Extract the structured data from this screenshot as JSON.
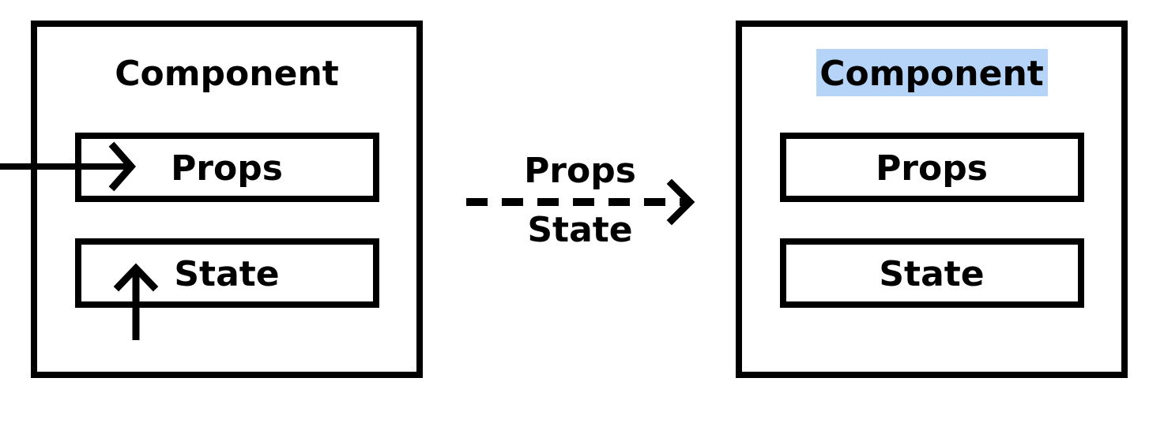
{
  "colors": {
    "stroke": "#000000",
    "background": "#ffffff",
    "highlight": "#b5d4f8"
  },
  "left_component": {
    "title": "Component",
    "props_label": "Props",
    "state_label": "State"
  },
  "transfer": {
    "top_label": "Props",
    "bottom_label": "State"
  },
  "right_component": {
    "title": "Component",
    "props_label": "Props",
    "state_label": "State"
  }
}
